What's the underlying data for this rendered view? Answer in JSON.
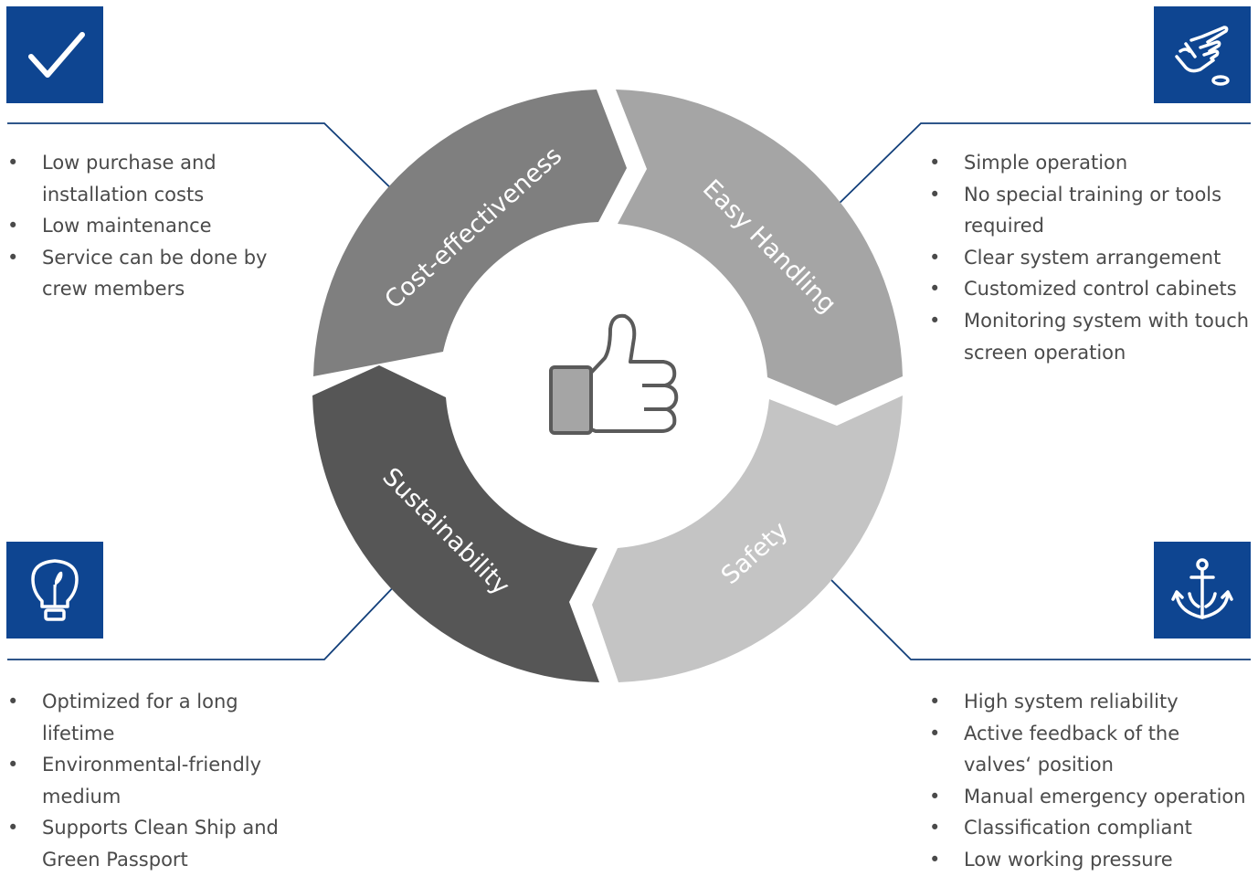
{
  "segments": {
    "cost": "Cost-effectiveness",
    "easy": "Easy Handling",
    "safety": "Safety",
    "sustainability": "Sustainability"
  },
  "lists": {
    "top_left": [
      "Low purchase and\ninstallation costs",
      "Low maintenance",
      "Service can be done by\ncrew members"
    ],
    "top_right": [
      "Simple operation",
      "No special training or tools\nrequired",
      "Clear system arrangement",
      "Customized control cabinets",
      "Monitoring system with touch\nscreen operation"
    ],
    "bottom_left": [
      "Optimized for a long\nlifetime",
      "Environmental-friendly\nmedium",
      "Supports Clean Ship and\nGreen Passport"
    ],
    "bottom_right": [
      "High system reliability",
      "Active feedback of the\nvalves‘ position",
      "Manual emergency operation",
      "Classification compliant",
      "Low working pressure"
    ]
  },
  "colors": {
    "accent": "#0e4591",
    "connector": "#123f7a",
    "cost": "#7f7f7f",
    "easy": "#a5a5a5",
    "safety": "#c4c4c4",
    "sustainability": "#565656"
  },
  "icons": {
    "top_left": "checkmark-icon",
    "top_right": "touch-hand-icon",
    "bottom_left": "lightbulb-icon",
    "bottom_right": "anchor-icon",
    "center": "thumbs-up-icon"
  }
}
